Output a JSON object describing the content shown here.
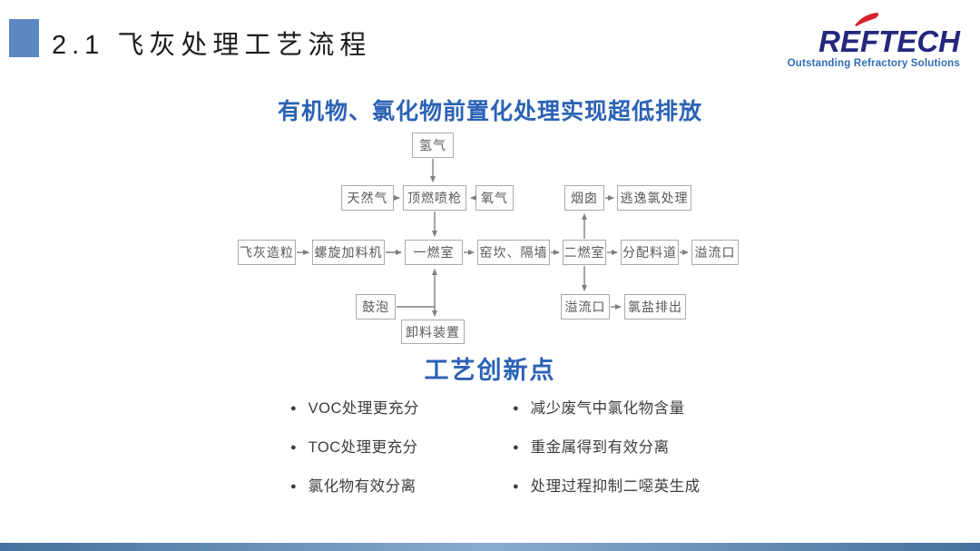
{
  "header": {
    "title": "2.1 飞灰处理工艺流程"
  },
  "logo": {
    "name": "REFTECH",
    "tagline": "Outstanding Refractory Solutions",
    "name_color": "#23277d",
    "flame_color": "#d7212b",
    "tagline_color": "#2f6db5"
  },
  "diagram": {
    "title": "有机物、氯化物前置化处理实现超低排放",
    "nodes": {
      "hydrogen": "氢气",
      "natural_gas": "天然气",
      "top_burner": "顶燃喷枪",
      "oxygen": "氧气",
      "chimney": "烟囱",
      "escaped_chlorine": "逃逸氯处理",
      "fly_ash_granulation": "飞灰造粒",
      "screw_feeder": "螺旋加料机",
      "combustion_chamber_1": "一燃室",
      "kiln_dam_partition": "窑坎、隔墙",
      "combustion_chamber_2": "二燃室",
      "distribution_channel": "分配料道",
      "overflow_outlet_right": "溢流口",
      "bubbling": "鼓泡",
      "overflow_outlet_lower": "溢流口",
      "chlorine_salt_discharge": "氯盐排出",
      "unloading_device": "卸料装置"
    }
  },
  "innovation": {
    "title": "工艺创新点",
    "left_items": [
      "VOC处理更充分",
      "TOC处理更充分",
      "氯化物有效分离"
    ],
    "right_items": [
      "减少废气中氯化物含量",
      "重金属得到有效分离",
      "处理过程抑制二噁英生成"
    ]
  },
  "colors": {
    "accent_blue": "#2b62b4",
    "title_square": "#5b87c2",
    "flow_line": "#7f7f7f",
    "bottom_bar": "#44719f"
  },
  "icons": {
    "bullet": "●"
  }
}
